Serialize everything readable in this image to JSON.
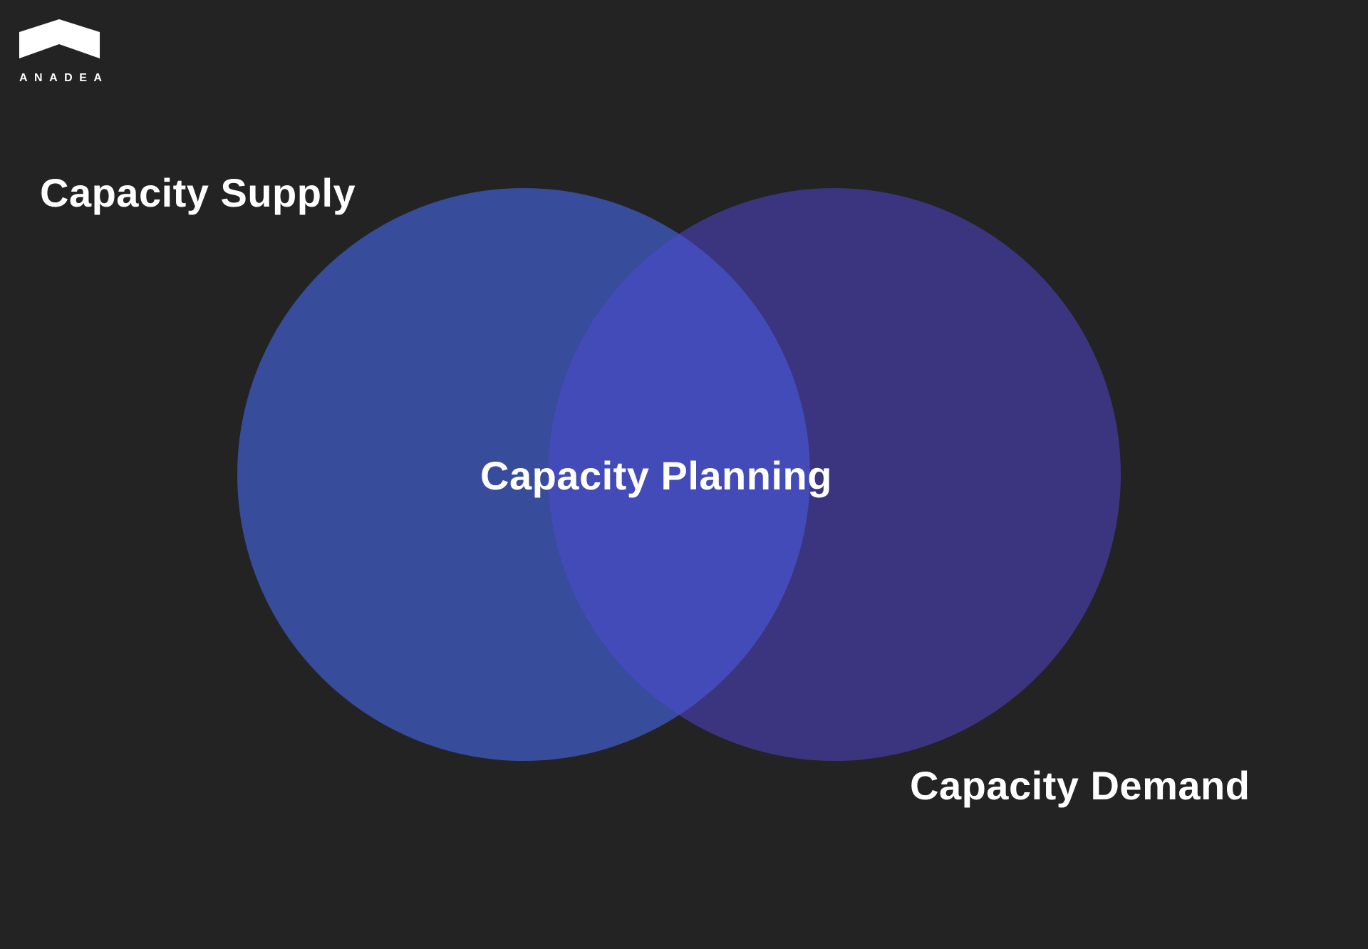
{
  "brand": {
    "name": "ANADEA",
    "icon": "chevron-roof-logo"
  },
  "diagram": {
    "type": "venn",
    "sets": [
      {
        "label": "Capacity Supply",
        "color": "#374c9a"
      },
      {
        "label": "Capacity Demand",
        "color": "#3b357f"
      }
    ],
    "intersection": {
      "label": "Capacity Planning",
      "color": "#424bb8"
    }
  },
  "colors": {
    "background": "#232323",
    "text": "#ffffff"
  }
}
